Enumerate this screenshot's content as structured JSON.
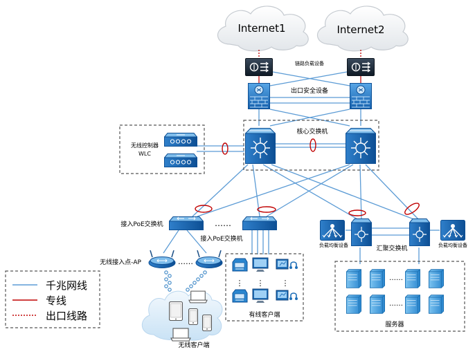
{
  "clouds": {
    "internet1": "Internet1",
    "internet2": "Internet2"
  },
  "labels": {
    "link_lb": "链路负载设备",
    "egress_security": "出口安全设备",
    "core_switch": "核心交换机",
    "wireless_controller": "无线控制器",
    "wlc": "WLC",
    "access_poe_switch_1": "接入PoE交换机",
    "access_poe_switch_2": "接入PoE交换机",
    "ellipsis_switches": "……",
    "wireless_ap": "无线接入点-AP",
    "ellipsis_ap": "……",
    "wired_clients": "有线客户端",
    "wireless_clients": "无线客户端",
    "load_balancer_left": "负载均衡设备",
    "load_balancer_right": "负载均衡设备",
    "aggregation_switch": "汇聚交换机",
    "servers": "服务器",
    "vdots": "⋮",
    "hdots": "……"
  },
  "legend": {
    "gigabit": "千兆网线",
    "dedicated": "专线",
    "egress": "出口线路"
  },
  "colors": {
    "gigabit_line": "#5b9bd5",
    "dedicated_line": "#c00000",
    "egress_line": "#c00000",
    "device_blue": "#1f6fb8"
  }
}
